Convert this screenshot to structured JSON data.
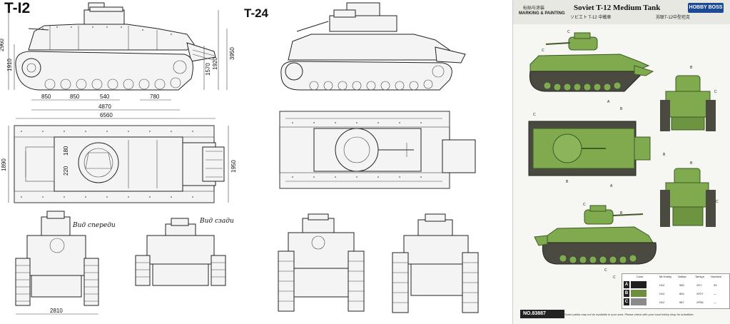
{
  "labels": {
    "t12": "T-I2",
    "t24": "T-24"
  },
  "dimensions": {
    "height_overall": "2960",
    "height_hull": "1910",
    "width_front": "2810",
    "section_1": "850",
    "section_2": "850",
    "section_3": "540",
    "section_4": "780",
    "length_hull": "4870",
    "length_overall": "6560",
    "clearance": "1570",
    "right_h1": "1920",
    "right_h2": "3950",
    "top_width": "1890",
    "top_width_right": "1950",
    "side_1": "220",
    "side_2": "180"
  },
  "view_captions": {
    "front": "Вид спереди",
    "rear": "Вид сзади"
  },
  "sheet": {
    "title": "Soviet T-12 Medium Tank",
    "marking_cn": "标贴与涂装",
    "marking_en": "MARKING & PAINTING",
    "sub_jp": "ソビエト T-12 中戦車",
    "sub_cn": "苏联T-12中型坦克",
    "logo": "HOBBY BOSS",
    "model_no": "NO.83887",
    "footnote": "Some paints may not be available in your area. Please check with your local hobby shop for substitute.",
    "callouts": [
      "C",
      "C",
      "A",
      "B",
      "B",
      "C",
      "C",
      "B",
      "A",
      "B",
      "C",
      "C",
      "B",
      "C",
      "C",
      "B"
    ],
    "colors": {
      "headers": [
        "Color",
        "Mr.Hobby",
        "Vallejo",
        "Tamiya",
        "Humbrol"
      ],
      "rows": [
        {
          "letter": "A",
          "swatch": "#1f1f1f",
          "name": "",
          "mrhobby": "H12",
          "vallejo": "950",
          "tamiya": "XF1",
          "humbrol": "33"
        },
        {
          "letter": "B",
          "swatch": "#6f8f3f",
          "name": "",
          "mrhobby": "H12",
          "vallejo": "894",
          "tamiya": "XF27",
          "humbrol": "—"
        },
        {
          "letter": "C",
          "swatch": "#8a8a8a",
          "name": "",
          "mrhobby": "H12",
          "vallejo": "987",
          "tamiya": "XF56",
          "humbrol": "—"
        }
      ]
    }
  },
  "colors": {
    "tank_green": "#7faa4e",
    "tank_green_dark": "#5c8437",
    "track": "#4a4a40"
  }
}
